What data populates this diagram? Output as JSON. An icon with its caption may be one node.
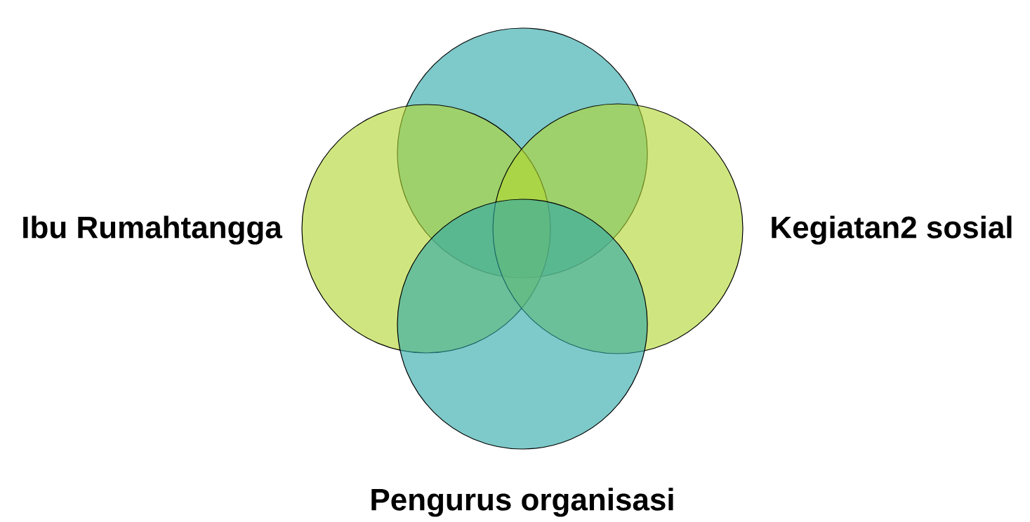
{
  "diagram": {
    "nodes": [
      {
        "text": [],
        "shape": "circle"
      },
      {
        "text": [],
        "shape": "circle",
        "beside": [
          "Ibu Rumahtangga"
        ]
      },
      {
        "text": [],
        "shape": "circle",
        "beside": [
          "Kegiatan2 sosial"
        ]
      },
      {
        "text": [],
        "shape": "circle",
        "beside": [
          "Pengurus organisasi"
        ]
      }
    ]
  }
}
